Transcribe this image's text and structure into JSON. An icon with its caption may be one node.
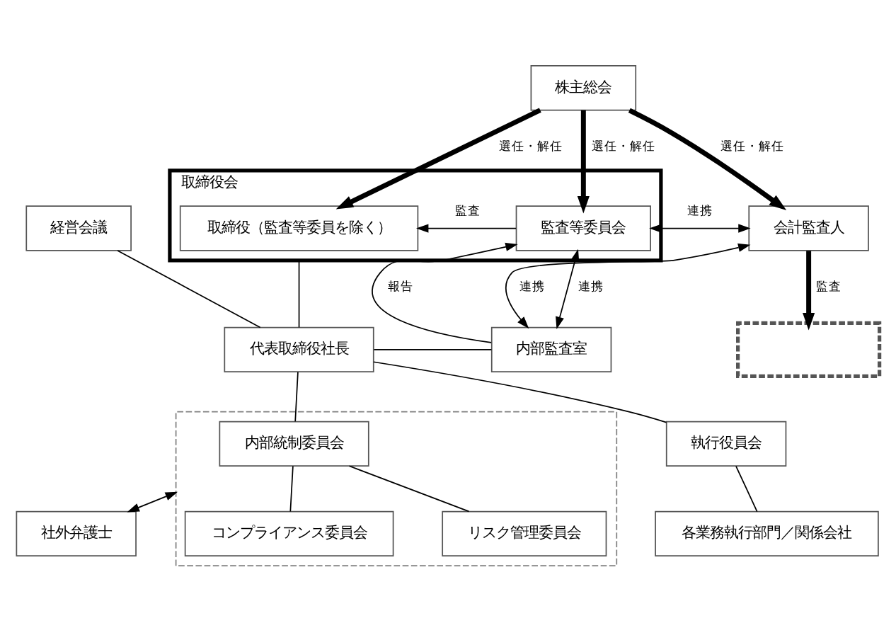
{
  "diagram": {
    "nodes": [
      {
        "text": [
          "株主総会"
        ]
      },
      {
        "text": [
          "取締役会"
        ]
      },
      {
        "text": [
          "取締役（監査等委員を除く）"
        ],
        "in": 1
      },
      {
        "text": [
          "監査等委員会"
        ],
        "in": 1
      },
      {
        "text": [
          "会計監査人"
        ]
      },
      {
        "text": [
          "経営会議"
        ]
      },
      {
        "text": [
          "代表取締役社長"
        ]
      },
      {
        "text": [
          "内部監査室"
        ]
      },
      {
        "text": [],
        "shape": "box"
      },
      {
        "text": [
          "内部統制委員会"
        ],
        "in": 8
      },
      {
        "text": [
          "コンプライアンス委員会"
        ],
        "in": 8
      },
      {
        "text": [
          "リスク管理委員会"
        ],
        "in": 8
      },
      {
        "text": [
          "執行役員会"
        ]
      },
      {
        "text": [
          "各業務執行部門／関係会社"
        ]
      },
      {
        "text": [
          "社外弁護士"
        ]
      },
      {
        "text": [],
        "shape": "box"
      }
    ],
    "edges": [
      {
        "from": 0,
        "to": 2,
        "arrow": "to",
        "label": "選任・解任",
        "style": "thick"
      },
      {
        "from": 0,
        "to": 3,
        "arrow": "to",
        "label": "選任・解任",
        "style": "thick"
      },
      {
        "from": 0,
        "to": 4,
        "arrow": "to",
        "label": "選任・解任",
        "style": "thick"
      },
      {
        "from": 3,
        "to": 2,
        "arrow": "to",
        "label": "監査"
      },
      {
        "from": 3,
        "to": 4,
        "arrow": "both",
        "label": "連携"
      },
      {
        "from": 7,
        "to": 3,
        "arrow": "to",
        "label": "報告"
      },
      {
        "from": 3,
        "to": 7,
        "arrow": "both",
        "label": "連携"
      },
      {
        "from": 4,
        "to": 7,
        "arrow": "both",
        "label": "連携"
      },
      {
        "from": 4,
        "to": 15,
        "arrow": "to",
        "label": "監査",
        "style": "thick"
      },
      {
        "from": 1,
        "to": 6,
        "arrow": "none"
      },
      {
        "from": 5,
        "to": 6,
        "arrow": "none"
      },
      {
        "from": 6,
        "to": 7,
        "arrow": "none"
      },
      {
        "from": 6,
        "to": 9,
        "arrow": "none"
      },
      {
        "from": 6,
        "to": 12,
        "arrow": "none"
      },
      {
        "from": 12,
        "to": 13,
        "arrow": "none"
      },
      {
        "from": 9,
        "to": 10,
        "arrow": "none"
      },
      {
        "from": 9,
        "to": 11,
        "arrow": "none"
      },
      {
        "from": 8,
        "to": 14,
        "arrow": "both"
      }
    ]
  }
}
